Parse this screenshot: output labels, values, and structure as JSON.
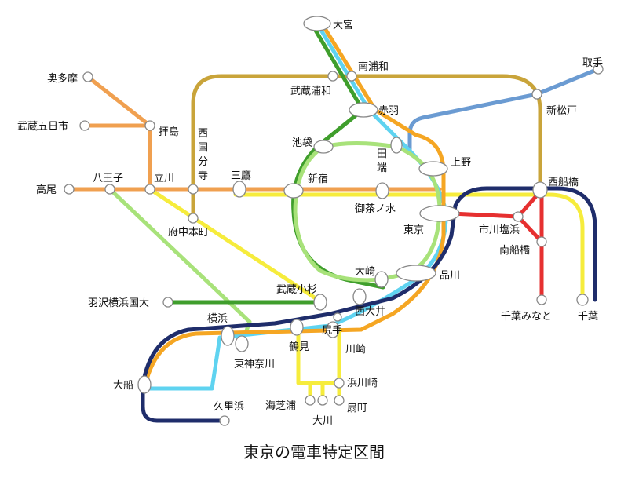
{
  "title": "東京の電車特定区間",
  "colors": {
    "tokaido_orange": "#f5a623",
    "keihin_cyan": "#5fd3f0",
    "yamanote_green": "#a8e27a",
    "saikyo_green": "#3f9e2c",
    "chuo_orange": "#f0a050",
    "sobu_yellow": "#f6ec3c",
    "musashino_gold": "#c9a43a",
    "joban_blue": "#6b9bd2",
    "yokosuka_navy": "#1f2d6b",
    "keiyo_red": "#e63030"
  },
  "stations": {
    "omiya": "大宮",
    "minami_urawa": "南浦和",
    "musashi_urawa": "武蔵浦和",
    "akabane": "赤羽",
    "toride": "取手",
    "shin_matsudo": "新松戸",
    "okutama": "奥多摩",
    "musashi_itsukaichi": "武蔵五日市",
    "haijima": "拝島",
    "nishi_kokubunji": [
      "西",
      "国",
      "分",
      "寺"
    ],
    "ikebukuro": "池袋",
    "tabata": [
      "田",
      "端"
    ],
    "ueno": "上野",
    "takao": "高尾",
    "hachioji": "八王子",
    "tachikawa": "立川",
    "mitaka": "三鷹",
    "shinjuku": "新宿",
    "ochanomizu": "御茶ノ水",
    "nishi_funabashi": "西船橋",
    "fuchu_hommachi": "府中本町",
    "tokyo": "東京",
    "ichikawa_shiohama": "市川塩浜",
    "minami_funabashi": "南船橋",
    "shinagawa": "品川",
    "osaki": "大崎",
    "musashi_kosugi": "武蔵小杉",
    "nishi_oi": "西大井",
    "hazawa_yokohama_kokudai": "羽沢横浜国大",
    "chiba_minato": "千葉みなと",
    "chiba": "千葉",
    "yokohama": "横浜",
    "shiriteumi": "尻手",
    "tsurumi": "鶴見",
    "kawasaki": "川崎",
    "higashi_kanagawa": "東神奈川",
    "hama_kawasaki": "浜川崎",
    "ofuna": "大船",
    "umi_shibaura": "海芝浦",
    "okawa": "大川",
    "ogimachi": "扇町",
    "kurihama": "久里浜"
  }
}
